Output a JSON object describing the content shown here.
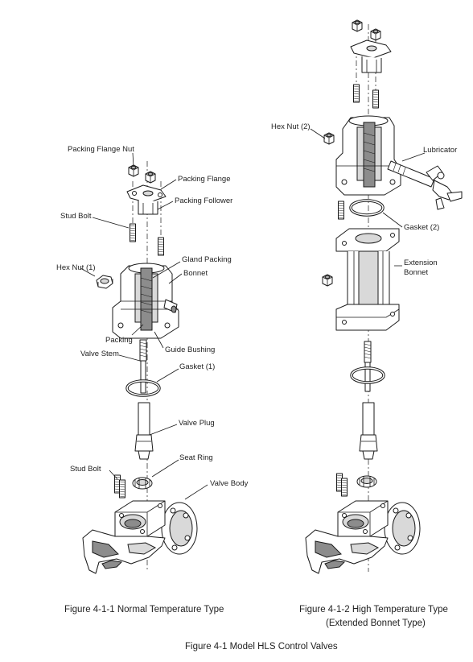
{
  "labels": {
    "packing_flange_nut": "Packing Flange Nut",
    "packing_flange": "Packing Flange",
    "packing_follower": "Packing Follower",
    "stud_bolt_top": "Stud Bolt",
    "gland_packing": "Gland Packing",
    "hex_nut_1": "Hex Nut (1)",
    "bonnet": "Bonnet",
    "packing": "Packing",
    "guide_bushing": "Guide Bushing",
    "valve_stem": "Valve Stem",
    "gasket_1": "Gasket (1)",
    "valve_plug": "Valve Plug",
    "seat_ring": "Seat Ring",
    "stud_bolt_bottom": "Stud Bolt",
    "valve_body": "Valve Body",
    "hex_nut_2": "Hex Nut (2)",
    "lubricator": "Lubricator",
    "gasket_2": "Gasket (2)",
    "extension_bonnet_line1": "Extension",
    "extension_bonnet_line2": "Bonnet"
  },
  "captions": {
    "left": "Figure 4-1-1  Normal Temperature Type",
    "right_line1": "Figure 4-1-2  High Temperature Type",
    "right_line2": "(Extended Bonnet Type)",
    "main": "Figure 4-1  Model HLS Control Valves"
  }
}
